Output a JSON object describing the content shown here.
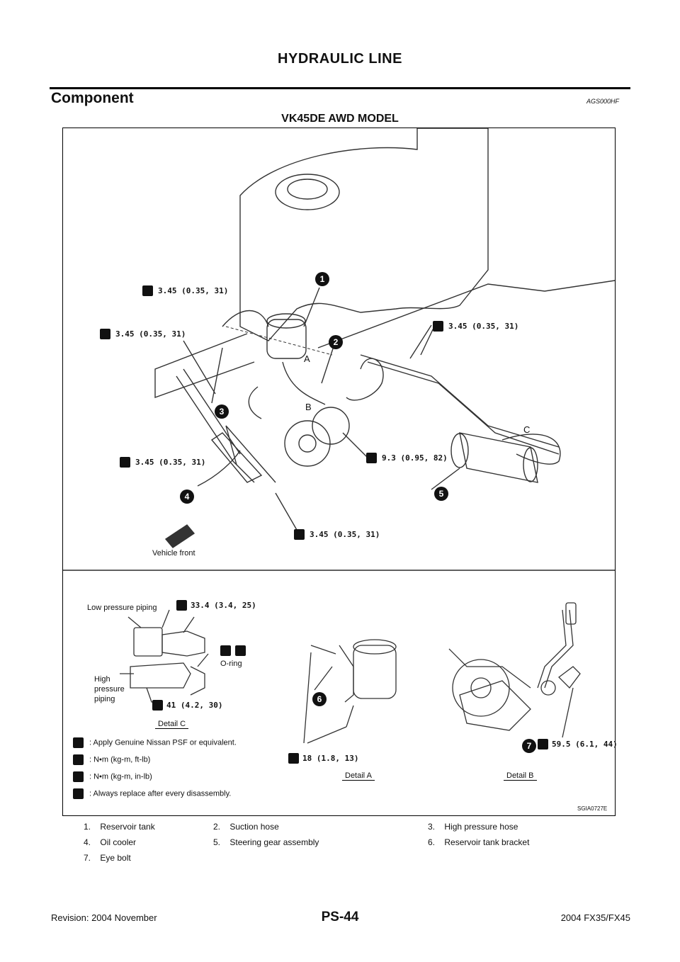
{
  "header": {
    "title": "HYDRAULIC LINE"
  },
  "section": {
    "heading": "Component",
    "code": "AGS000HF"
  },
  "figure": {
    "title": "VK45DE AWD MODEL",
    "figure_id": "SGIA0727E",
    "main_torque_labels": [
      "3.45 (0.35, 31)",
      "3.45 (0.35, 31)",
      "3.45 (0.35, 31)",
      "3.45 (0.35, 31)",
      "9.3 (0.95, 82)",
      "3.45 (0.35, 31)"
    ],
    "detail_letters": [
      "A",
      "B",
      "C"
    ],
    "callouts": [
      "1",
      "2",
      "3",
      "4",
      "5",
      "6",
      "7"
    ],
    "vehicle_front": "Vehicle front",
    "detail_c": {
      "low_pressure": "Low pressure piping",
      "torque_top": "33.4 (3.4, 25)",
      "oring": "O-ring",
      "high_pressure": [
        "High",
        "pressure",
        "piping"
      ],
      "torque_bottom": "41 (4.2, 30)",
      "caption": "Detail C"
    },
    "detail_a": {
      "torque": "18 (1.8, 13)",
      "caption": "Detail A"
    },
    "detail_b": {
      "torque": "59.5 (6.1, 44)",
      "caption": "Detail B"
    },
    "legend": [
      ": Apply Genuine Nissan PSF or equivalent.",
      ": N•m (kg-m, ft-lb)",
      ": N•m (kg-m, in-lb)",
      ": Always replace after every disassembly."
    ]
  },
  "parts": [
    {
      "n": "1.",
      "name": "Reservoir tank"
    },
    {
      "n": "2.",
      "name": "Suction hose"
    },
    {
      "n": "3.",
      "name": "High pressure hose"
    },
    {
      "n": "4.",
      "name": "Oil cooler"
    },
    {
      "n": "5.",
      "name": "Steering gear assembly"
    },
    {
      "n": "6.",
      "name": "Reservoir tank bracket"
    },
    {
      "n": "7.",
      "name": "Eye bolt"
    }
  ],
  "footer": {
    "revision": "Revision: 2004 November",
    "page": "PS-44",
    "model": "2004 FX35/FX45"
  }
}
